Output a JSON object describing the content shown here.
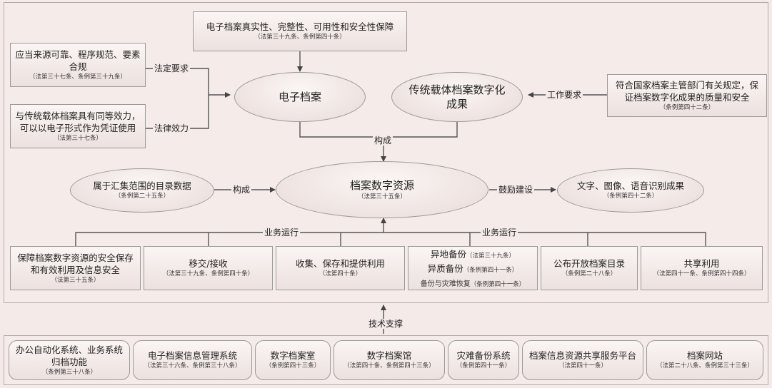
{
  "top_box": {
    "title": "电子档案真实性、完整性、可用性和安全性保障",
    "ref": "（法第三十九条、条例第四十条）"
  },
  "legal_req": {
    "text": "应当来源可靠、程序规范、要素合规",
    "ref": "（法第三十七条、条例第三十九条）"
  },
  "legal_effect": {
    "text": "与传统载体档案具有同等效力，可以以电子形式作为凭证使用",
    "ref": "（法第三十七条）"
  },
  "e_archive": {
    "title": "电子档案"
  },
  "digitization": {
    "title": "传统载体档案数字化成果"
  },
  "national_req": {
    "text": "符合国家档案主管部门有关规定，保证档案数字化成果的质量和安全",
    "ref": "（条例第四十二条）"
  },
  "catalog": {
    "title": "属于汇集范围的目录数据",
    "ref": "（条例第二十五条）"
  },
  "resources": {
    "title": "档案数字资源",
    "ref": "（法第三十五条）"
  },
  "recognition": {
    "title": "文字、图像、语音识别成果",
    "ref": "（条例第四十二条）"
  },
  "labels": {
    "legal_req": "法定要求",
    "legal_effect": "法律效力",
    "work_req": "工作要求",
    "compose1": "构成",
    "compose2": "构成",
    "encourage": "鼓励建设",
    "ops1": "业务运行",
    "ops2": "业务运行",
    "tech": "技术支撑"
  },
  "ops": [
    {
      "text": "保障档案数字资源的安全保存和有效利用及信息安全",
      "ref": "（法第三十五条）"
    },
    {
      "text": "移交/接收",
      "ref": "（法第三十九条、条例第四十条）"
    },
    {
      "text": "收集、保存和提供利用",
      "ref": "（法第四十条）"
    },
    {
      "lines": [
        {
          "text": "异地备份",
          "ref": "（法第三十九条）"
        },
        {
          "text": "异质备份",
          "ref": "（条例第四十一条）"
        },
        {
          "text": "备份与灾难恢复",
          "ref": "（条例第四十一条）"
        }
      ]
    },
    {
      "text": "公布开放档案目录",
      "ref": "（条例第二十八条）"
    },
    {
      "text": "共享利用",
      "ref": "（法第四十一条、条例第四十四条）"
    }
  ],
  "tech": [
    {
      "text": "办公自动化系统、业务系统归档功能",
      "ref": "（条例第三十八条）"
    },
    {
      "text": "电子档案信息管理系统",
      "ref": "（法第三十六条、条例第三十八条）"
    },
    {
      "text": "数字档案室",
      "ref": "（条例第四十三条）"
    },
    {
      "text": "数字档案馆",
      "ref": "（法第四十条、条例第四十三条）"
    },
    {
      "text": "灾难备份系统",
      "ref": "（条例第四十一条）"
    },
    {
      "text": "档案信息资源共享服务平台",
      "ref": "（法第四十一条）"
    },
    {
      "text": "档案网站",
      "ref": "（法第二十八条、条例第三十三条）"
    }
  ]
}
